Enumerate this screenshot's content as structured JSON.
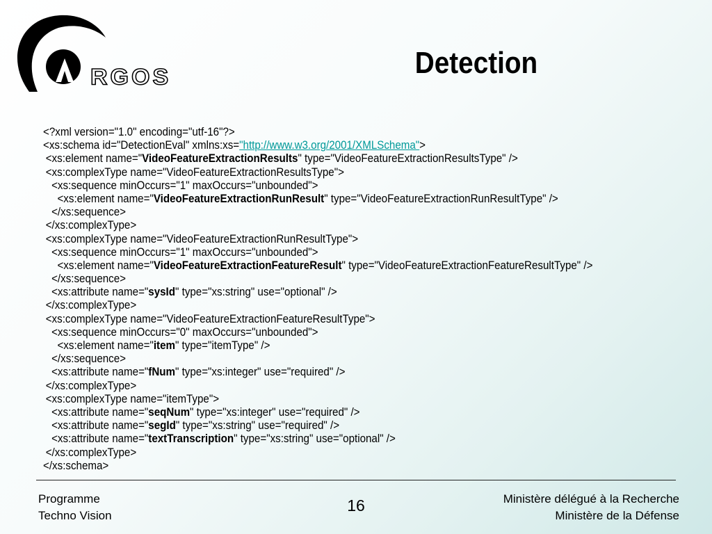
{
  "logo": {
    "text": "RGOS"
  },
  "title": "Detection",
  "code_lines": [
    {
      "indent": 0,
      "parts": [
        {
          "t": "<?xml version=\"1.0\" encoding=\"utf-16\"?>"
        }
      ]
    },
    {
      "indent": 0,
      "parts": [
        {
          "t": "<xs:schema id=\"DetectionEval\" xmlns:xs="
        },
        {
          "t": "\"http://www.w3.org/2001/XMLSchema\"",
          "link": true
        },
        {
          "t": ">"
        }
      ]
    },
    {
      "indent": 1,
      "parts": [
        {
          "t": "<xs:element name=\""
        },
        {
          "t": "VideoFeatureExtractionResults",
          "bold": true
        },
        {
          "t": "\" type=\"VideoFeatureExtractionResultsType\" />"
        }
      ]
    },
    {
      "indent": 1,
      "parts": [
        {
          "t": "<xs:complexType name=\"VideoFeatureExtractionResultsType\">"
        }
      ]
    },
    {
      "indent": 2,
      "parts": [
        {
          "t": "<xs:sequence minOccurs=\"1\" maxOccurs=\"unbounded\">"
        }
      ]
    },
    {
      "indent": 3,
      "parts": [
        {
          "t": "<xs:element name=\""
        },
        {
          "t": "VideoFeatureExtractionRunResult",
          "bold": true
        },
        {
          "t": "\" type=\"VideoFeatureExtractionRunResultType\" />"
        }
      ]
    },
    {
      "indent": 2,
      "parts": [
        {
          "t": "</xs:sequence>"
        }
      ]
    },
    {
      "indent": 1,
      "parts": [
        {
          "t": "</xs:complexType>"
        }
      ]
    },
    {
      "indent": 1,
      "parts": [
        {
          "t": "<xs:complexType name=\"VideoFeatureExtractionRunResultType\">"
        }
      ]
    },
    {
      "indent": 2,
      "parts": [
        {
          "t": "<xs:sequence minOccurs=\"1\" maxOccurs=\"unbounded\">"
        }
      ]
    },
    {
      "indent": 3,
      "parts": [
        {
          "t": "<xs:element name=\""
        },
        {
          "t": "VideoFeatureExtractionFeatureResult",
          "bold": true
        },
        {
          "t": "\" type=\"VideoFeatureExtractionFeatureResultType\" />"
        }
      ]
    },
    {
      "indent": 2,
      "parts": [
        {
          "t": "</xs:sequence>"
        }
      ]
    },
    {
      "indent": 2,
      "parts": [
        {
          "t": "<xs:attribute name=\""
        },
        {
          "t": "sysId",
          "bold": true
        },
        {
          "t": "\" type=\"xs:string\" use=\"optional\" />"
        }
      ]
    },
    {
      "indent": 1,
      "parts": [
        {
          "t": "</xs:complexType>"
        }
      ]
    },
    {
      "indent": 1,
      "parts": [
        {
          "t": "<xs:complexType name=\"VideoFeatureExtractionFeatureResultType\">"
        }
      ]
    },
    {
      "indent": 2,
      "parts": [
        {
          "t": "<xs:sequence minOccurs=\"0\" maxOccurs=\"unbounded\">"
        }
      ]
    },
    {
      "indent": 3,
      "parts": [
        {
          "t": "<xs:element name=\""
        },
        {
          "t": "item",
          "bold": true
        },
        {
          "t": "\" type=\"itemType\" />"
        }
      ]
    },
    {
      "indent": 2,
      "parts": [
        {
          "t": "</xs:sequence>"
        }
      ]
    },
    {
      "indent": 2,
      "parts": [
        {
          "t": "<xs:attribute name=\""
        },
        {
          "t": "fNum",
          "bold": true
        },
        {
          "t": "\" type=\"xs:integer\" use=\"required\" />"
        }
      ]
    },
    {
      "indent": 1,
      "parts": [
        {
          "t": "</xs:complexType>"
        }
      ]
    },
    {
      "indent": 1,
      "parts": [
        {
          "t": "<xs:complexType name=\"itemType\">"
        }
      ]
    },
    {
      "indent": 2,
      "parts": [
        {
          "t": "<xs:attribute name=\""
        },
        {
          "t": "seqNum",
          "bold": true
        },
        {
          "t": "\" type=\"xs:integer\" use=\"required\" />"
        }
      ]
    },
    {
      "indent": 2,
      "parts": [
        {
          "t": "<xs:attribute name=\""
        },
        {
          "t": "segId",
          "bold": true
        },
        {
          "t": "\" type=\"xs:string\" use=\"required\" />"
        }
      ]
    },
    {
      "indent": 2,
      "parts": [
        {
          "t": "<xs:attribute name=\""
        },
        {
          "t": "textTranscription",
          "bold": true
        },
        {
          "t": "\" type=\"xs:string\" use=\"optional\" />"
        }
      ]
    },
    {
      "indent": 1,
      "parts": [
        {
          "t": "</xs:complexType>"
        }
      ]
    },
    {
      "indent": 0,
      "parts": [
        {
          "t": "</xs:schema>"
        }
      ]
    }
  ],
  "footer": {
    "left_line1": "Programme",
    "left_line2": "Techno Vision",
    "page_number": "16",
    "right_line1": "Ministère délégué à la Recherche",
    "right_line2": "Ministère de la Défense"
  },
  "colors": {
    "link": "#009999",
    "background_tint": "#cfe8e7"
  }
}
